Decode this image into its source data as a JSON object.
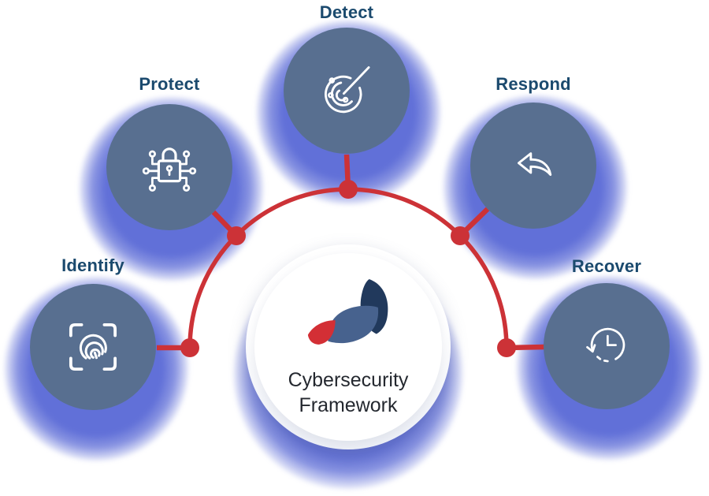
{
  "diagram_title": {
    "line1": "Cybersecurity",
    "line2": "Framework"
  },
  "nodes": [
    {
      "id": "identify",
      "label": "Identify",
      "icon": "fingerprint-scan-icon"
    },
    {
      "id": "protect",
      "label": "Protect",
      "icon": "circuit-lock-icon"
    },
    {
      "id": "detect",
      "label": "Detect",
      "icon": "radar-icon"
    },
    {
      "id": "respond",
      "label": "Respond",
      "icon": "reply-arrow-icon"
    },
    {
      "id": "recover",
      "label": "Recover",
      "icon": "clock-history-icon"
    }
  ],
  "logo": {
    "name": "cybersecurity-framework-logo",
    "shapes": [
      "red-petal",
      "slate-petal",
      "navy-petal"
    ]
  },
  "colors": {
    "node_fill": "#586f90",
    "glow": "#6170d8",
    "connector_red": "#cc3237",
    "label_navy": "#1b4a6e",
    "title_text": "#24282f",
    "logo_red": "#d32f35",
    "logo_slate": "#47628e",
    "logo_navy": "#21395c",
    "center_ring": "#e2e7f2"
  }
}
